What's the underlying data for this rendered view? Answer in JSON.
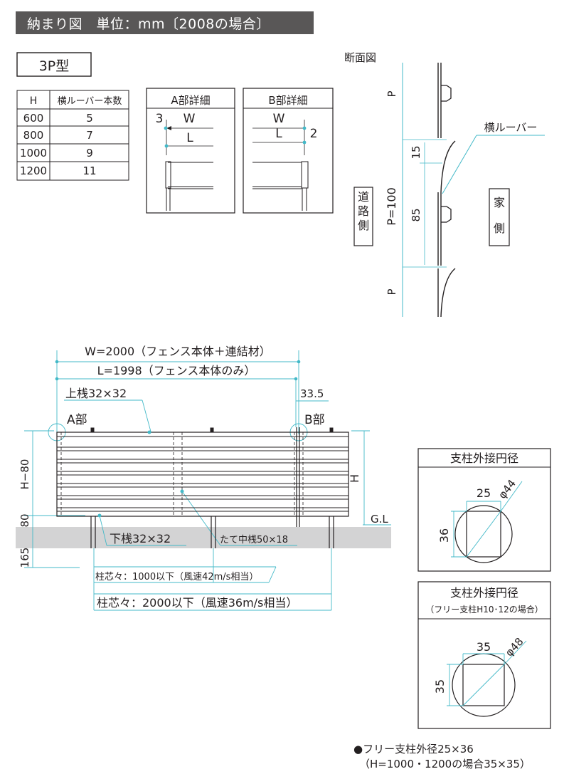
{
  "header": {
    "title": "納まり図　単位：mm〔2008の場合〕"
  },
  "model_label": "3P型",
  "louver_table": {
    "headers": [
      "H",
      "横ルーバー本数"
    ],
    "rows": [
      [
        "600",
        "5"
      ],
      [
        "800",
        "7"
      ],
      [
        "1000",
        "9"
      ],
      [
        "1200",
        "11"
      ]
    ]
  },
  "detail_a": {
    "title": "A部詳細",
    "dim_3": "3",
    "dim_w": "W",
    "dim_l": "L"
  },
  "detail_b": {
    "title": "B部詳細",
    "dim_w": "W",
    "dim_l": "L",
    "dim_2": "2"
  },
  "section": {
    "title": "断面図",
    "p_top": "P",
    "p_eq": "P=100",
    "p_bottom": "P",
    "dim_15": "15",
    "dim_85": "85",
    "louver_label": "横ルーバー",
    "road_side": "道路側",
    "house_side": "家側"
  },
  "elevation": {
    "w_label": "W=2000（フェンス本体＋連結材）",
    "l_label": "L=1998（フェンス本体のみ）",
    "top_rail": "上桟32×32",
    "dim_335": "33.5",
    "part_a": "A部",
    "part_b": "B部",
    "h80": "H−80",
    "h": "H",
    "gl": "G.L",
    "dim_80": "80",
    "dim_165": "165",
    "bottom_rail": "下桟32×32",
    "mid_post": "たて中桟50×18",
    "pitch_1000": "柱芯々：1000以下（風速42m/s相当）",
    "pitch_2000": "柱芯々：2000以下（風速36m/s相当）"
  },
  "post_box1": {
    "title": "支柱外接円径",
    "dim_25": "25",
    "dim_phi44": "φ44",
    "dim_36": "36"
  },
  "post_box2": {
    "title": "支柱外接円径",
    "subtitle": "（フリー支柱H10･12の場合）",
    "dim_35a": "35",
    "dim_phi48": "φ48",
    "dim_35b": "35"
  },
  "footnote": {
    "line1": "●フリー支柱外径25×36",
    "line2": "（H=1000・1200の場合35×35）"
  }
}
